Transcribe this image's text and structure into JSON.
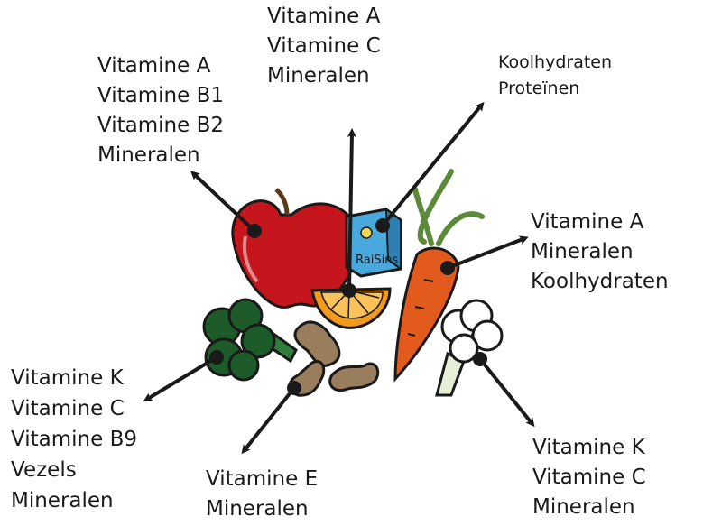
{
  "groups": [
    {
      "id": "apple",
      "items": [
        "Vitamine A",
        "Vitamine B1",
        "Vitamine B2",
        "Mineralen"
      ]
    },
    {
      "id": "orange",
      "items": [
        "Vitamine A",
        "Vitamine C",
        "Mineralen"
      ]
    },
    {
      "id": "raisins",
      "items": [
        "Koolhydraten",
        "Proteïnen"
      ]
    },
    {
      "id": "carrot",
      "items": [
        "Vitamine A",
        "Mineralen",
        "Koolhydraten"
      ]
    },
    {
      "id": "broccoli",
      "items": [
        "Vitamine K",
        "Vitamine C",
        "Vitamine B9",
        "Vezels",
        "Mineralen"
      ]
    },
    {
      "id": "peanuts",
      "items": [
        "Vitamine E",
        "Mineralen"
      ]
    },
    {
      "id": "cauliflower",
      "items": [
        "Vitamine K",
        "Vitamine C",
        "Mineralen"
      ]
    }
  ],
  "raisin_box_text": "RaiSins",
  "colors": {
    "apple": "#c4161c",
    "orange": "#f39a1d",
    "carrot": "#e25a1c",
    "broccoli": "#1e5b2a",
    "peanut": "#9a7d5c",
    "box": "#4aa9dc",
    "stem": "#5b3a1a",
    "leaf": "#5a8a3a"
  }
}
